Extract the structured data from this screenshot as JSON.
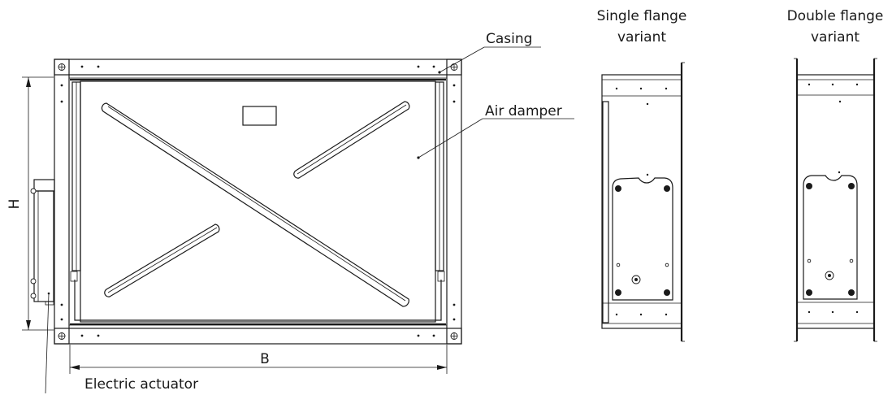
{
  "labels": {
    "casing": "Casing",
    "air_damper": "Air damper",
    "electric_actuator": "Electric actuator",
    "dim_h": "H",
    "dim_b": "B",
    "single_flange_line1": "Single flange",
    "single_flange_line2": "variant",
    "double_flange_line1": "Double flange",
    "double_flange_line2": "variant"
  }
}
